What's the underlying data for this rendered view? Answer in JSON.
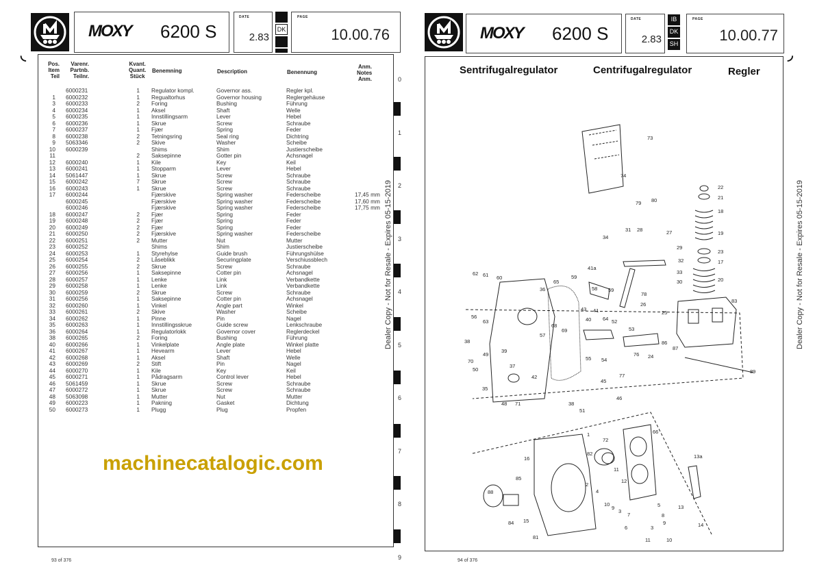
{
  "left_page": {
    "header": {
      "brand": "MOXY",
      "model": "6200 S",
      "date_label": "DATE",
      "date": "2.83",
      "lang": "DK",
      "page_label": "PAGE",
      "page": "10.00.76"
    },
    "columns": {
      "pos": [
        "Pos.",
        "Item",
        "Teil"
      ],
      "part": [
        "Varenr.",
        "Partnb.",
        "Teilnr."
      ],
      "qty": [
        "Kvant.",
        "Quant.",
        "Stück"
      ],
      "benemning": "Benemning",
      "description": "Description",
      "benennung": "Benennung",
      "notes": [
        "Anm.",
        "Notes",
        "Anm."
      ]
    },
    "rows": [
      {
        "pos": "",
        "part": "6000231",
        "qty": "1",
        "no": "Regulator kompl.",
        "en": "Governor ass.",
        "de": "Regler kpl.",
        "note": ""
      },
      {
        "pos": "1",
        "part": "6000232",
        "qty": "1",
        "no": "Regualtorhus",
        "en": "Governor housing",
        "de": "Reglergehäuse",
        "note": ""
      },
      {
        "pos": "3",
        "part": "6000233",
        "qty": "2",
        "no": "Foring",
        "en": "Bushing",
        "de": "Führung",
        "note": ""
      },
      {
        "pos": "4",
        "part": "6000234",
        "qty": "1",
        "no": "Aksel",
        "en": "Shaft",
        "de": "Welle",
        "note": ""
      },
      {
        "pos": "5",
        "part": "6000235",
        "qty": "1",
        "no": "Innstillingsarm",
        "en": "Lever",
        "de": "Hebel",
        "note": ""
      },
      {
        "pos": "6",
        "part": "6000236",
        "qty": "1",
        "no": "Skrue",
        "en": "Screw",
        "de": "Schraube",
        "note": ""
      },
      {
        "pos": "7",
        "part": "6000237",
        "qty": "1",
        "no": "Fjær",
        "en": "Spring",
        "de": "Feder",
        "note": ""
      },
      {
        "pos": "8",
        "part": "6000238",
        "qty": "2",
        "no": "Tetningsring",
        "en": "Seal ring",
        "de": "Dichtring",
        "note": ""
      },
      {
        "pos": "9",
        "part": "5063346",
        "qty": "2",
        "no": "Skive",
        "en": "Washer",
        "de": "Scheibe",
        "note": ""
      },
      {
        "pos": "10",
        "part": "6000239",
        "qty": "",
        "no": "Shims",
        "en": "Shim",
        "de": "Justierscheibe",
        "note": ""
      },
      {
        "pos": "11",
        "part": "",
        "qty": "2",
        "no": "Saksepinne",
        "en": "Gotter pin",
        "de": "Achsnagel",
        "note": ""
      },
      {
        "pos": "12",
        "part": "6000240",
        "qty": "1",
        "no": "Kile",
        "en": "Key",
        "de": "Keil",
        "note": ""
      },
      {
        "pos": "13",
        "part": "6000241",
        "qty": "1",
        "no": "Stopparm",
        "en": "Lever",
        "de": "Hebel",
        "note": ""
      },
      {
        "pos": "14",
        "part": "5061447",
        "qty": "1",
        "no": "Skrue",
        "en": "Screw",
        "de": "Schraube",
        "note": ""
      },
      {
        "pos": "15",
        "part": "6000242",
        "qty": "7",
        "no": "Skrue",
        "en": "Screw",
        "de": "Schraube",
        "note": ""
      },
      {
        "pos": "16",
        "part": "6000243",
        "qty": "1",
        "no": "Skrue",
        "en": "Screw",
        "de": "Schraube",
        "note": ""
      },
      {
        "pos": "17",
        "part": "6000244",
        "qty": "",
        "no": "Fjærskive",
        "en": "Spring washer",
        "de": "Federscheibe",
        "note": "17,45 mm"
      },
      {
        "pos": "",
        "part": "6000245",
        "qty": "",
        "no": "Fjærskive",
        "en": "Spring washer",
        "de": "Federscheibe",
        "note": "17,60 mm"
      },
      {
        "pos": "",
        "part": "6000246",
        "qty": "",
        "no": "Fjærskive",
        "en": "Spring washer",
        "de": "Federscheibe",
        "note": "17,75 mm"
      },
      {
        "pos": "18",
        "part": "6000247",
        "qty": "2",
        "no": "Fjær",
        "en": "Spring",
        "de": "Feder",
        "note": ""
      },
      {
        "pos": "19",
        "part": "6000248",
        "qty": "2",
        "no": "Fjær",
        "en": "Spring",
        "de": "Feder",
        "note": ""
      },
      {
        "pos": "20",
        "part": "6000249",
        "qty": "2",
        "no": "Fjær",
        "en": "Spring",
        "de": "Feder",
        "note": ""
      },
      {
        "pos": "21",
        "part": "6000250",
        "qty": "2",
        "no": "Fjærskive",
        "en": "Spring washer",
        "de": "Federscheibe",
        "note": ""
      },
      {
        "pos": "22",
        "part": "6000251",
        "qty": "2",
        "no": "Mutter",
        "en": "Nut",
        "de": "Mutter",
        "note": ""
      },
      {
        "pos": "23",
        "part": "6000252",
        "qty": "",
        "no": "Shims",
        "en": "Shim",
        "de": "Justierscheibe",
        "note": ""
      },
      {
        "pos": "24",
        "part": "6000253",
        "qty": "1",
        "no": "Styrehylse",
        "en": "Guide brush",
        "de": "Führungshülse",
        "note": ""
      },
      {
        "pos": "25",
        "part": "6000254",
        "qty": "2",
        "no": "Låseblikk",
        "en": "Securingplate",
        "de": "Verschiussblech",
        "note": ""
      },
      {
        "pos": "26",
        "part": "6000255",
        "qty": "2",
        "no": "Skrue",
        "en": "Screw",
        "de": "Schraube",
        "note": ""
      },
      {
        "pos": "27",
        "part": "6000256",
        "qty": "1",
        "no": "Saksepinne",
        "en": "Cotter pin",
        "de": "Achsnagel",
        "note": ""
      },
      {
        "pos": "28",
        "part": "6000257",
        "qty": "1",
        "no": "Lenke",
        "en": "Link",
        "de": "Verbandkette",
        "note": ""
      },
      {
        "pos": "29",
        "part": "6000258",
        "qty": "1",
        "no": "Lenke",
        "en": "Link",
        "de": "Verbandkette",
        "note": ""
      },
      {
        "pos": "30",
        "part": "6000259",
        "qty": "2",
        "no": "Skrue",
        "en": "Screw",
        "de": "Schraube",
        "note": ""
      },
      {
        "pos": "31",
        "part": "6000256",
        "qty": "1",
        "no": "Saksepinne",
        "en": "Cotter pin",
        "de": "Achsnagel",
        "note": ""
      },
      {
        "pos": "32",
        "part": "6000260",
        "qty": "1",
        "no": "Vinkel",
        "en": "Angle part",
        "de": "Winkel",
        "note": ""
      },
      {
        "pos": "33",
        "part": "6000261",
        "qty": "2",
        "no": "Skive",
        "en": "Washer",
        "de": "Scheibe",
        "note": ""
      },
      {
        "pos": "34",
        "part": "6000262",
        "qty": "1",
        "no": "Pinne",
        "en": "Pin",
        "de": "Nagel",
        "note": ""
      },
      {
        "pos": "35",
        "part": "6000263",
        "qty": "1",
        "no": "Innstillingsskrue",
        "en": "Guide screw",
        "de": "Lenkschraube",
        "note": ""
      },
      {
        "pos": "36",
        "part": "6000264",
        "qty": "1",
        "no": "Regulatorlokk",
        "en": "Governor cover",
        "de": "Reglerdeckel",
        "note": ""
      },
      {
        "pos": "38",
        "part": "6000265",
        "qty": "2",
        "no": "Foring",
        "en": "Bushing",
        "de": "Führung",
        "note": ""
      },
      {
        "pos": "40",
        "part": "6000266",
        "qty": "1",
        "no": "Vinkelplate",
        "en": "Angle plate",
        "de": "Winkel platte",
        "note": ""
      },
      {
        "pos": "41",
        "part": "6000267",
        "qty": "1",
        "no": "Hevearm",
        "en": "Lever",
        "de": "Hebel",
        "note": ""
      },
      {
        "pos": "42",
        "part": "6000268",
        "qty": "1",
        "no": "Aksel",
        "en": "Shaft",
        "de": "Welle",
        "note": ""
      },
      {
        "pos": "43",
        "part": "6000269",
        "qty": "2",
        "no": "Stift",
        "en": "Pin",
        "de": "Nagel",
        "note": ""
      },
      {
        "pos": "44",
        "part": "6000270",
        "qty": "1",
        "no": "Kile",
        "en": "Key",
        "de": "Keil",
        "note": ""
      },
      {
        "pos": "45",
        "part": "6000271",
        "qty": "1",
        "no": "Pådragsarm",
        "en": "Control lever",
        "de": "Hebel",
        "note": ""
      },
      {
        "pos": "46",
        "part": "5061459",
        "qty": "1",
        "no": "Skrue",
        "en": "Screw",
        "de": "Schraube",
        "note": ""
      },
      {
        "pos": "47",
        "part": "6000272",
        "qty": "1",
        "no": "Skrue",
        "en": "Screw",
        "de": "Schraube",
        "note": ""
      },
      {
        "pos": "48",
        "part": "5063098",
        "qty": "1",
        "no": "Mutter",
        "en": "Nut",
        "de": "Mutter",
        "note": ""
      },
      {
        "pos": "49",
        "part": "6000223",
        "qty": "1",
        "no": "Pakning",
        "en": "Gasket",
        "de": "Dichtung",
        "note": ""
      },
      {
        "pos": "50",
        "part": "6000273",
        "qty": "1",
        "no": "Plugg",
        "en": "Plug",
        "de": "Propfen",
        "note": ""
      }
    ],
    "index": [
      "0",
      "1",
      "2",
      "3",
      "4",
      "5",
      "6",
      "7",
      "8",
      "9"
    ],
    "footer": "93 of 376"
  },
  "right_page": {
    "header": {
      "brand": "MOXY",
      "model": "6200 S",
      "date_label": "DATE",
      "date": "2.83",
      "langs": [
        "IB",
        "DK",
        "SH"
      ],
      "page_label": "PAGE",
      "page": "10.00.77"
    },
    "titles": [
      "Sentrifugalregulator",
      "Centrifugalregulator",
      "Regler"
    ],
    "callouts": [
      "73",
      "74",
      "22",
      "21",
      "18",
      "19",
      "23",
      "17",
      "20",
      "79",
      "80",
      "31",
      "28",
      "27",
      "34",
      "29",
      "32",
      "33",
      "30",
      "78",
      "41a",
      "62",
      "61",
      "60",
      "36",
      "65",
      "59",
      "58",
      "59",
      "43",
      "41",
      "26",
      "25",
      "83",
      "56",
      "63",
      "40",
      "64",
      "52",
      "53",
      "68",
      "69",
      "86",
      "87",
      "38",
      "57",
      "70",
      "49",
      "39",
      "55",
      "54",
      "76",
      "24",
      "50",
      "37",
      "42",
      "89",
      "77",
      "35",
      "48",
      "71",
      "45",
      "38",
      "51",
      "46",
      "66",
      "1",
      "72",
      "16",
      "82",
      "11",
      "13a",
      "12",
      "2",
      "4",
      "85",
      "88",
      "10",
      "9",
      "3",
      "5",
      "7",
      "8",
      "13",
      "6",
      "9",
      "84",
      "15",
      "3",
      "81",
      "11",
      "10",
      "14"
    ],
    "footer": "94 of 376"
  },
  "watermarks": {
    "site": "machinecatalogic.com",
    "dealer": "Dealer Copy - Not for Resale - Expires 05-15-2019"
  }
}
